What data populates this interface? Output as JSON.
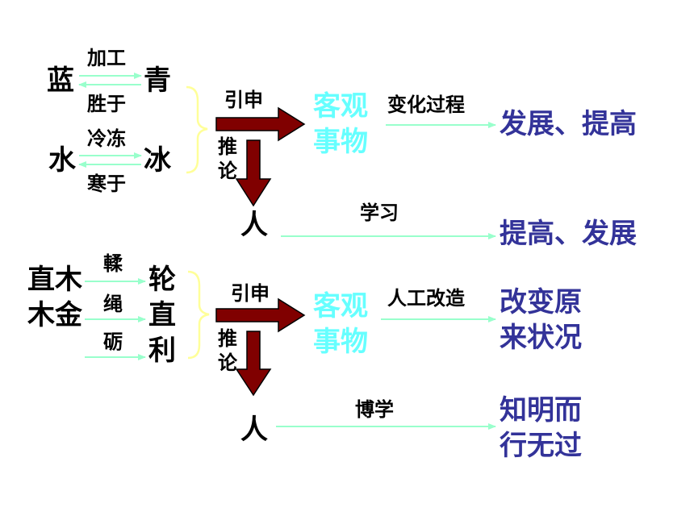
{
  "section1": {
    "lan": "蓝",
    "qing": "青",
    "jiagong": "加工",
    "shengyu": "胜于",
    "shui": "水",
    "bing": "冰",
    "lengdong": "冷冻",
    "hanyu": "寒于",
    "yinshen": "引申",
    "tuilun": "推论",
    "keguan_shiwu": "客观事物",
    "bianhua": "变化过程",
    "result1": "发展、提高",
    "ren": "人",
    "xuexi": "学习",
    "result2": "提高、发展"
  },
  "section2": {
    "left_words": "直木木金",
    "rou": "輮",
    "sheng": "绳",
    "li_stone": "砺",
    "right_words": "轮直利",
    "yinshen": "引申",
    "tuilun": "推论",
    "keguan_shiwu": "客观事物",
    "rengong": "人工改造",
    "result1": "改变原来状况",
    "ren": "人",
    "boxue": "博学",
    "result2": "知明而行无过"
  },
  "colors": {
    "thin_arrow": "#99ffcc",
    "brace": "#ffff99",
    "thick_arrow_fill": "#800000",
    "cyan_text": "#66ffff",
    "blue_text": "#333399"
  }
}
